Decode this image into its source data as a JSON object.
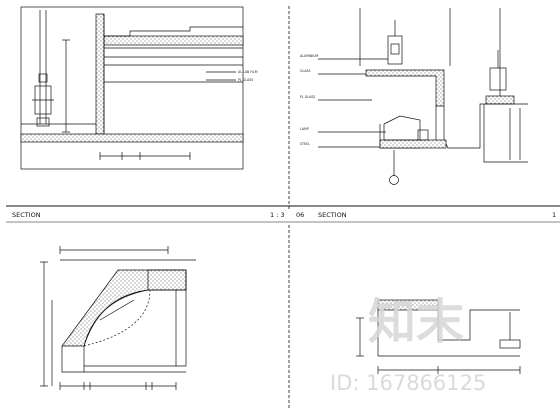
{
  "panels": {
    "top_left": {
      "title": "SECTION",
      "scale": "1 : 3",
      "notes": [
        "AL LAB FILM",
        "PL GLASS"
      ]
    },
    "top_right": {
      "number": "06",
      "title": "SECTION",
      "scale": "1",
      "notes": [
        "ALUMINIUM",
        "GLASS",
        "PL GLASS",
        "LAMP",
        "STEEL"
      ]
    }
  },
  "watermark": {
    "brand": "知末",
    "id_text": "ID: 167866125"
  },
  "colors": {
    "line": "#111111",
    "watermark": "#d6d6d6",
    "background": "#ffffff"
  }
}
